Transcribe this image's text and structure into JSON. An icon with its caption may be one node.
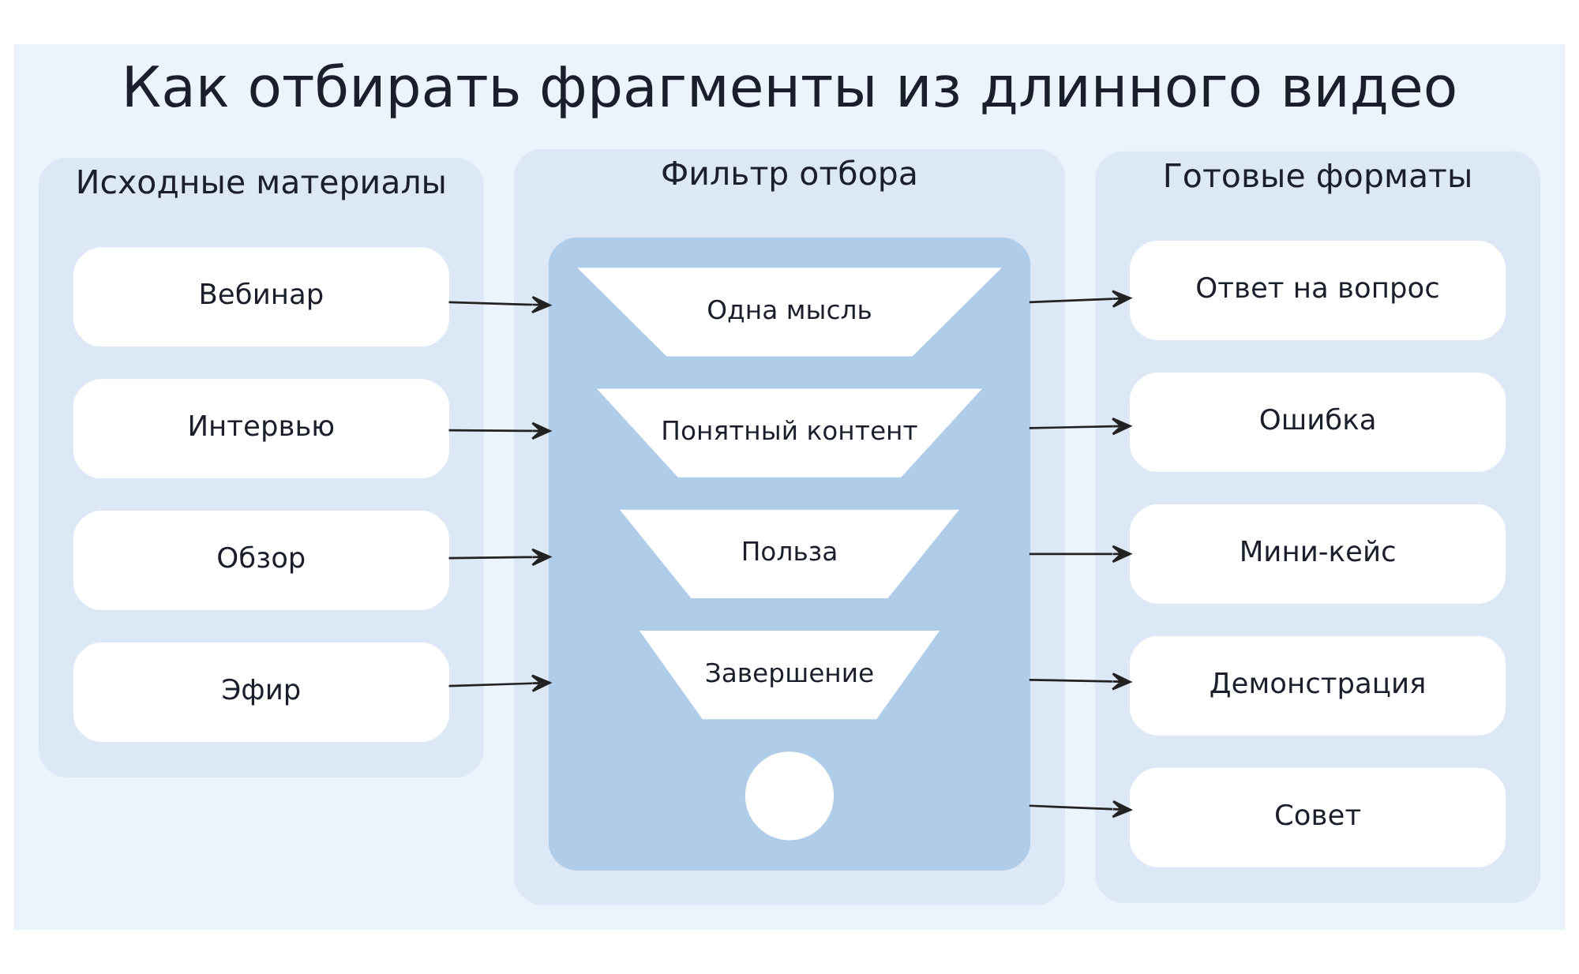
{
  "diagram": {
    "title": "Как отбирать фрагменты из длинного видео",
    "nodes": [
      {
        "text": [
          "Исходные материалы"
        ]
      },
      {
        "text": [
          "Вебинар"
        ],
        "in": 0
      },
      {
        "text": [
          "Интервью"
        ],
        "in": 0
      },
      {
        "text": [
          "Обзор"
        ],
        "in": 0
      },
      {
        "text": [
          "Эфир"
        ],
        "in": 0
      },
      {
        "text": [
          "Фильтр отбора"
        ]
      },
      {
        "text": [],
        "shape": "funnel",
        "in": 5
      },
      {
        "text": [
          "Одна мысль"
        ],
        "in": 6
      },
      {
        "text": [
          "Понятный контент"
        ],
        "in": 6
      },
      {
        "text": [
          "Польза"
        ],
        "in": 6
      },
      {
        "text": [
          "Завершение"
        ],
        "in": 6
      },
      {
        "text": [],
        "shape": "circle",
        "in": 6
      },
      {
        "text": [
          "Готовые форматы"
        ]
      },
      {
        "text": [
          "Ответ на вопрос"
        ],
        "in": 12
      },
      {
        "text": [
          "Ошибка"
        ],
        "in": 12
      },
      {
        "text": [
          "Мини-кейс"
        ],
        "in": 12
      },
      {
        "text": [
          "Демонстрация"
        ],
        "in": 12
      },
      {
        "text": [
          "Совет"
        ],
        "in": 12
      }
    ],
    "edges": [
      {
        "from": 1,
        "to": 6,
        "arrow": "to"
      },
      {
        "from": 2,
        "to": 6,
        "arrow": "to"
      },
      {
        "from": 3,
        "to": 6,
        "arrow": "to"
      },
      {
        "from": 4,
        "to": 6,
        "arrow": "to"
      },
      {
        "from": 6,
        "to": 13,
        "arrow": "to"
      },
      {
        "from": 6,
        "to": 14,
        "arrow": "to"
      },
      {
        "from": 6,
        "to": 15,
        "arrow": "to"
      },
      {
        "from": 6,
        "to": 16,
        "arrow": "to"
      },
      {
        "from": 6,
        "to": 17,
        "arrow": "to"
      }
    ]
  }
}
